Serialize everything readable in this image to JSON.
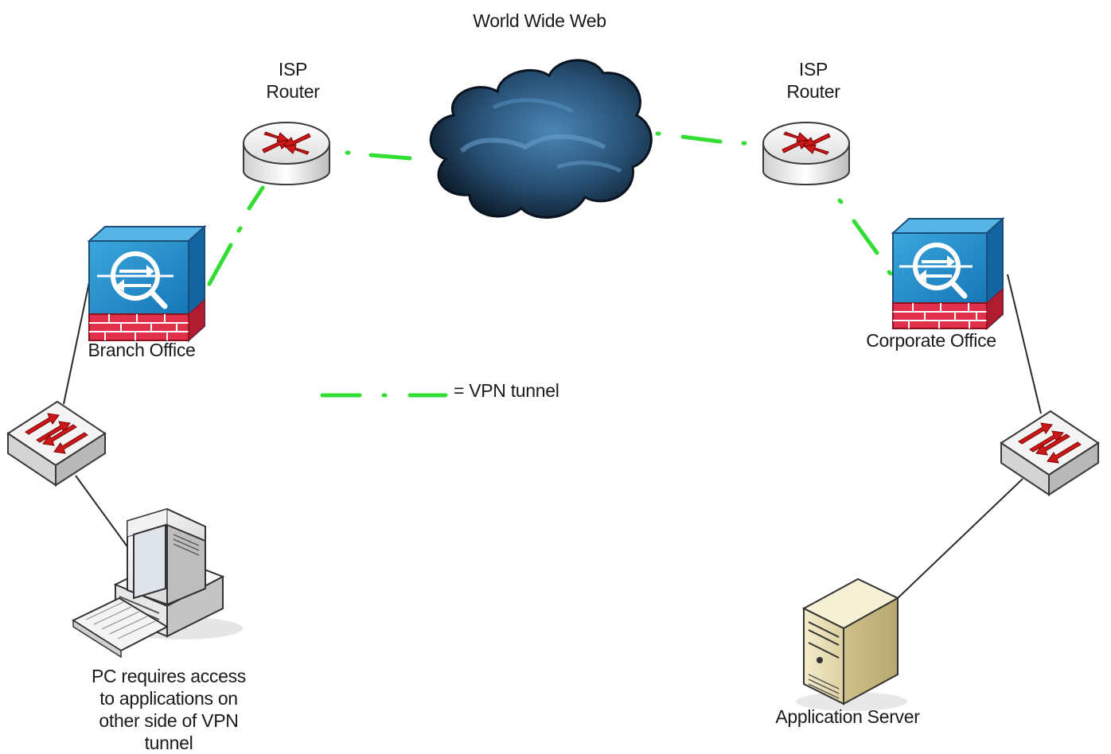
{
  "title": "World Wide Web",
  "colors": {
    "vpn_tunnel": "#33dd33",
    "cable": "#2a2a2a",
    "firewall_blue": "#1e88c8",
    "firewall_brick": "#e0304a",
    "cloud": "#2d5a80"
  },
  "nodes": {
    "isp_router_left": {
      "label": "ISP\nRouter",
      "icon": "router-icon"
    },
    "isp_router_right": {
      "label": "ISP\nRouter",
      "icon": "router-icon"
    },
    "cloud": {
      "icon": "cloud-icon"
    },
    "branch_firewall": {
      "label": "Branch Office",
      "icon": "firewall-icon"
    },
    "corporate_firewall": {
      "label": "Corporate Office",
      "icon": "firewall-icon"
    },
    "branch_switch": {
      "icon": "switch-icon"
    },
    "corporate_switch": {
      "icon": "switch-icon"
    },
    "pc": {
      "label": "PC requires access\nto applications on\nother side of VPN\ntunnel",
      "icon": "pc-icon"
    },
    "app_server": {
      "label": "Application Server",
      "icon": "server-icon"
    }
  },
  "legend": {
    "vpn_label": "= VPN tunnel"
  }
}
